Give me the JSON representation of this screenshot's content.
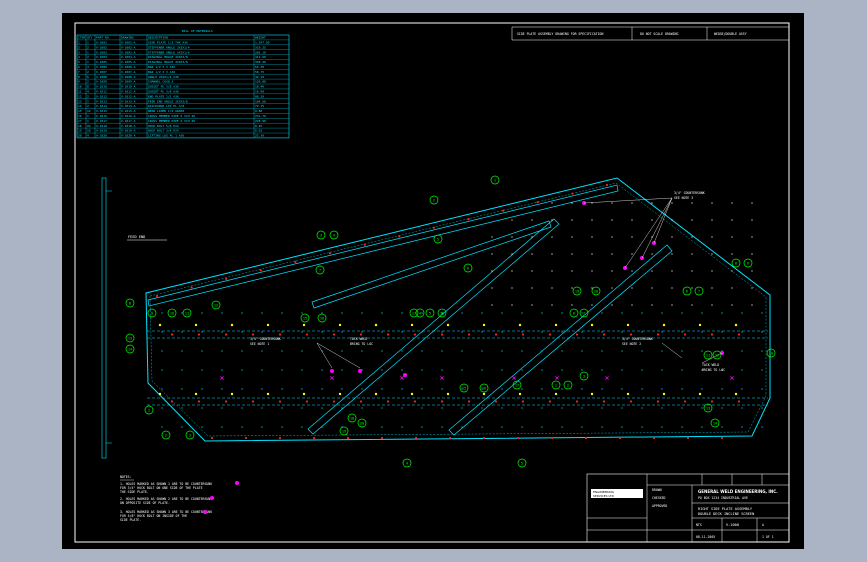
{
  "title_strip": {
    "drawing_title": "SIDE PLATE ASSEMBLY DRAWING FOR SPECIFICATION",
    "drawing_label": "DO NOT SCALE DRAWING",
    "drawing_code": "WEDGE/DOUBLE ASSY"
  },
  "bom": {
    "header": "BILL OF MATERIALS",
    "columns": [
      "ITEM",
      "QTY",
      "PART NO.",
      "DRAWING",
      "DESCRIPTION",
      "WEIGHT"
    ],
    "rows": [
      [
        "1",
        "1",
        "V-1001",
        "V-1001-A",
        "SIDE PLATE 1/2 THK A36",
        "1,247.50"
      ],
      [
        "2",
        "2",
        "V-1002",
        "V-1002-A",
        "STIFFENER ANGLE 3X3X1/4",
        "310.25"
      ],
      [
        "3",
        "1",
        "V-1003",
        "V-1003-A",
        "STIFFENER ANGLE 3X3X1/4",
        "285.10"
      ],
      [
        "4",
        "2",
        "V-1004",
        "V-1004-A",
        "DIAGONAL BRACE 4X4X3/8",
        "412.60"
      ],
      [
        "5",
        "1",
        "V-1005",
        "V-1005-A",
        "DIAGONAL BRACE 4X4X3/8",
        "398.40"
      ],
      [
        "6",
        "4",
        "V-1006",
        "V-1006-A",
        "BAR 1/2 X 3 A36",
        "64.30"
      ],
      [
        "7",
        "2",
        "V-1007",
        "V-1007-A",
        "BAR 1/2 X 3 A36",
        "58.75"
      ],
      [
        "8",
        "6",
        "V-1008",
        "V-1008-A",
        "ANGLE 2X2X1/4 A36",
        "42.10"
      ],
      [
        "9",
        "2",
        "V-1009",
        "V-1009-A",
        "CHANNEL C6X8.2",
        "126.80"
      ],
      [
        "10",
        "8",
        "V-1010",
        "V-1010-A",
        "GUSSET PL 3/8 A36",
        "18.40"
      ],
      [
        "11",
        "4",
        "V-1011",
        "V-1011-A",
        "GUSSET PL 3/8 A36",
        "16.90"
      ],
      [
        "12",
        "2",
        "V-1012",
        "V-1012-A",
        "END PLATE 1/2 A36",
        "88.20"
      ],
      [
        "13",
        "1",
        "V-1013",
        "V-1013-A",
        "FEED END ANGLE 3X3X3/8",
        "104.60"
      ],
      [
        "14",
        "2",
        "V-1014",
        "V-1014-A",
        "DISCHARGE LIP PL 3/8",
        "72.15"
      ],
      [
        "15",
        "12",
        "V-1015",
        "V-1015-A",
        "WEAR LINER 1/4 AR400",
        "9.80"
      ],
      [
        "16",
        "1",
        "V-1016",
        "V-1016-A",
        "CROSS MEMBER PIPE 6 SCH 40",
        "231.70"
      ],
      [
        "17",
        "1",
        "V-1017",
        "V-1017-A",
        "CROSS MEMBER PIPE 6 SCH 40",
        "228.90"
      ],
      [
        "18",
        "24",
        "V-1018",
        "V-1018-A",
        "HUCK BOLT 5/8 DIA",
        "0.45"
      ],
      [
        "19",
        "16",
        "V-1019",
        "V-1019-A",
        "HUCK BOLT 3/4 DIA",
        "0.62"
      ],
      [
        "20",
        "4",
        "V-1020",
        "V-1020-A",
        "LIFTING LUG PL 1 A36",
        "22.30"
      ]
    ]
  },
  "labels": {
    "feed_end": "FEED END",
    "countersunk_top_1": "3/4\" COUNTERSUNK",
    "countersunk_top_2": "SEE NOTE 3",
    "countersunk_left_1": "3/4\" COUNTERSUNK",
    "countersunk_left_2": "SEE NOTE 1",
    "tack_weld_1": "TACK WELD",
    "tack_weld_2": "BRING TO LOC",
    "countersunk_right_1": "3/4\" COUNTERSUNK",
    "countersunk_right_2": "SEE NOTE 2",
    "tack_weld_right_1": "TACK WELD",
    "tack_weld_right_2": "BRING TO LOC"
  },
  "notes": {
    "heading": "NOTES:",
    "n1a": "1. HOLES MARKED AS SHOWN 1 ARE TO BE COUNTERSUNK",
    "n1b": "   FOR 3/4\" HUCK BOLT ON ONE SIDE OF THE PLATE",
    "n1c": "   THE SIDE PLATE.",
    "n2a": "2. HOLES MARKED AS SHOWN 2 ARE TO BE COUNTERSUNK",
    "n2b": "   ON OPPOSITE SIDE OF PLATE.",
    "n3a": "3. HOLES MARKED AS SHOWN 3 ARE TO BE COUNTERSUNK",
    "n3b": "   FOR 5/8\" HUCK BOLT ON INSIDE OF THE",
    "n3c": "   SIDE PLATE."
  },
  "title_block": {
    "logo_line1": "ENGINEERING",
    "logo_line2": "SERVICES LTD",
    "company": "GENERAL WELD ENGINEERING, INC.",
    "address": "PO BOX 1234 INDUSTRIAL AVE",
    "title1": "RIGHT SIDE PLATE ASSEMBLY",
    "title2": "DOUBLE DECK INCLINE SCREEN",
    "drawing_no": "V-1000",
    "sheet": "1 OF 1",
    "rev": "A",
    "scale": "NTS",
    "date": "08-11-2005",
    "drawn": "DRAWN",
    "checked": "CHECKED",
    "approved": "APPROVED"
  },
  "balloons": [
    "1",
    "2",
    "3",
    "4",
    "5",
    "6",
    "7",
    "8",
    "9",
    "10",
    "11",
    "12",
    "13",
    "14",
    "15",
    "16",
    "17",
    "18",
    "19",
    "20"
  ],
  "colors": {
    "background": "#000000",
    "sheet_frame": "#ffffff",
    "table_lines": "#00e5ff",
    "plate_outline": "#00e5ff",
    "balloons": "#00ff00",
    "hole_red": "#ff2020",
    "hole_magenta": "#ff00ff",
    "hole_yellow": "#ffff00",
    "hole_cyan": "#00e5ff",
    "text": "#ffffff"
  }
}
